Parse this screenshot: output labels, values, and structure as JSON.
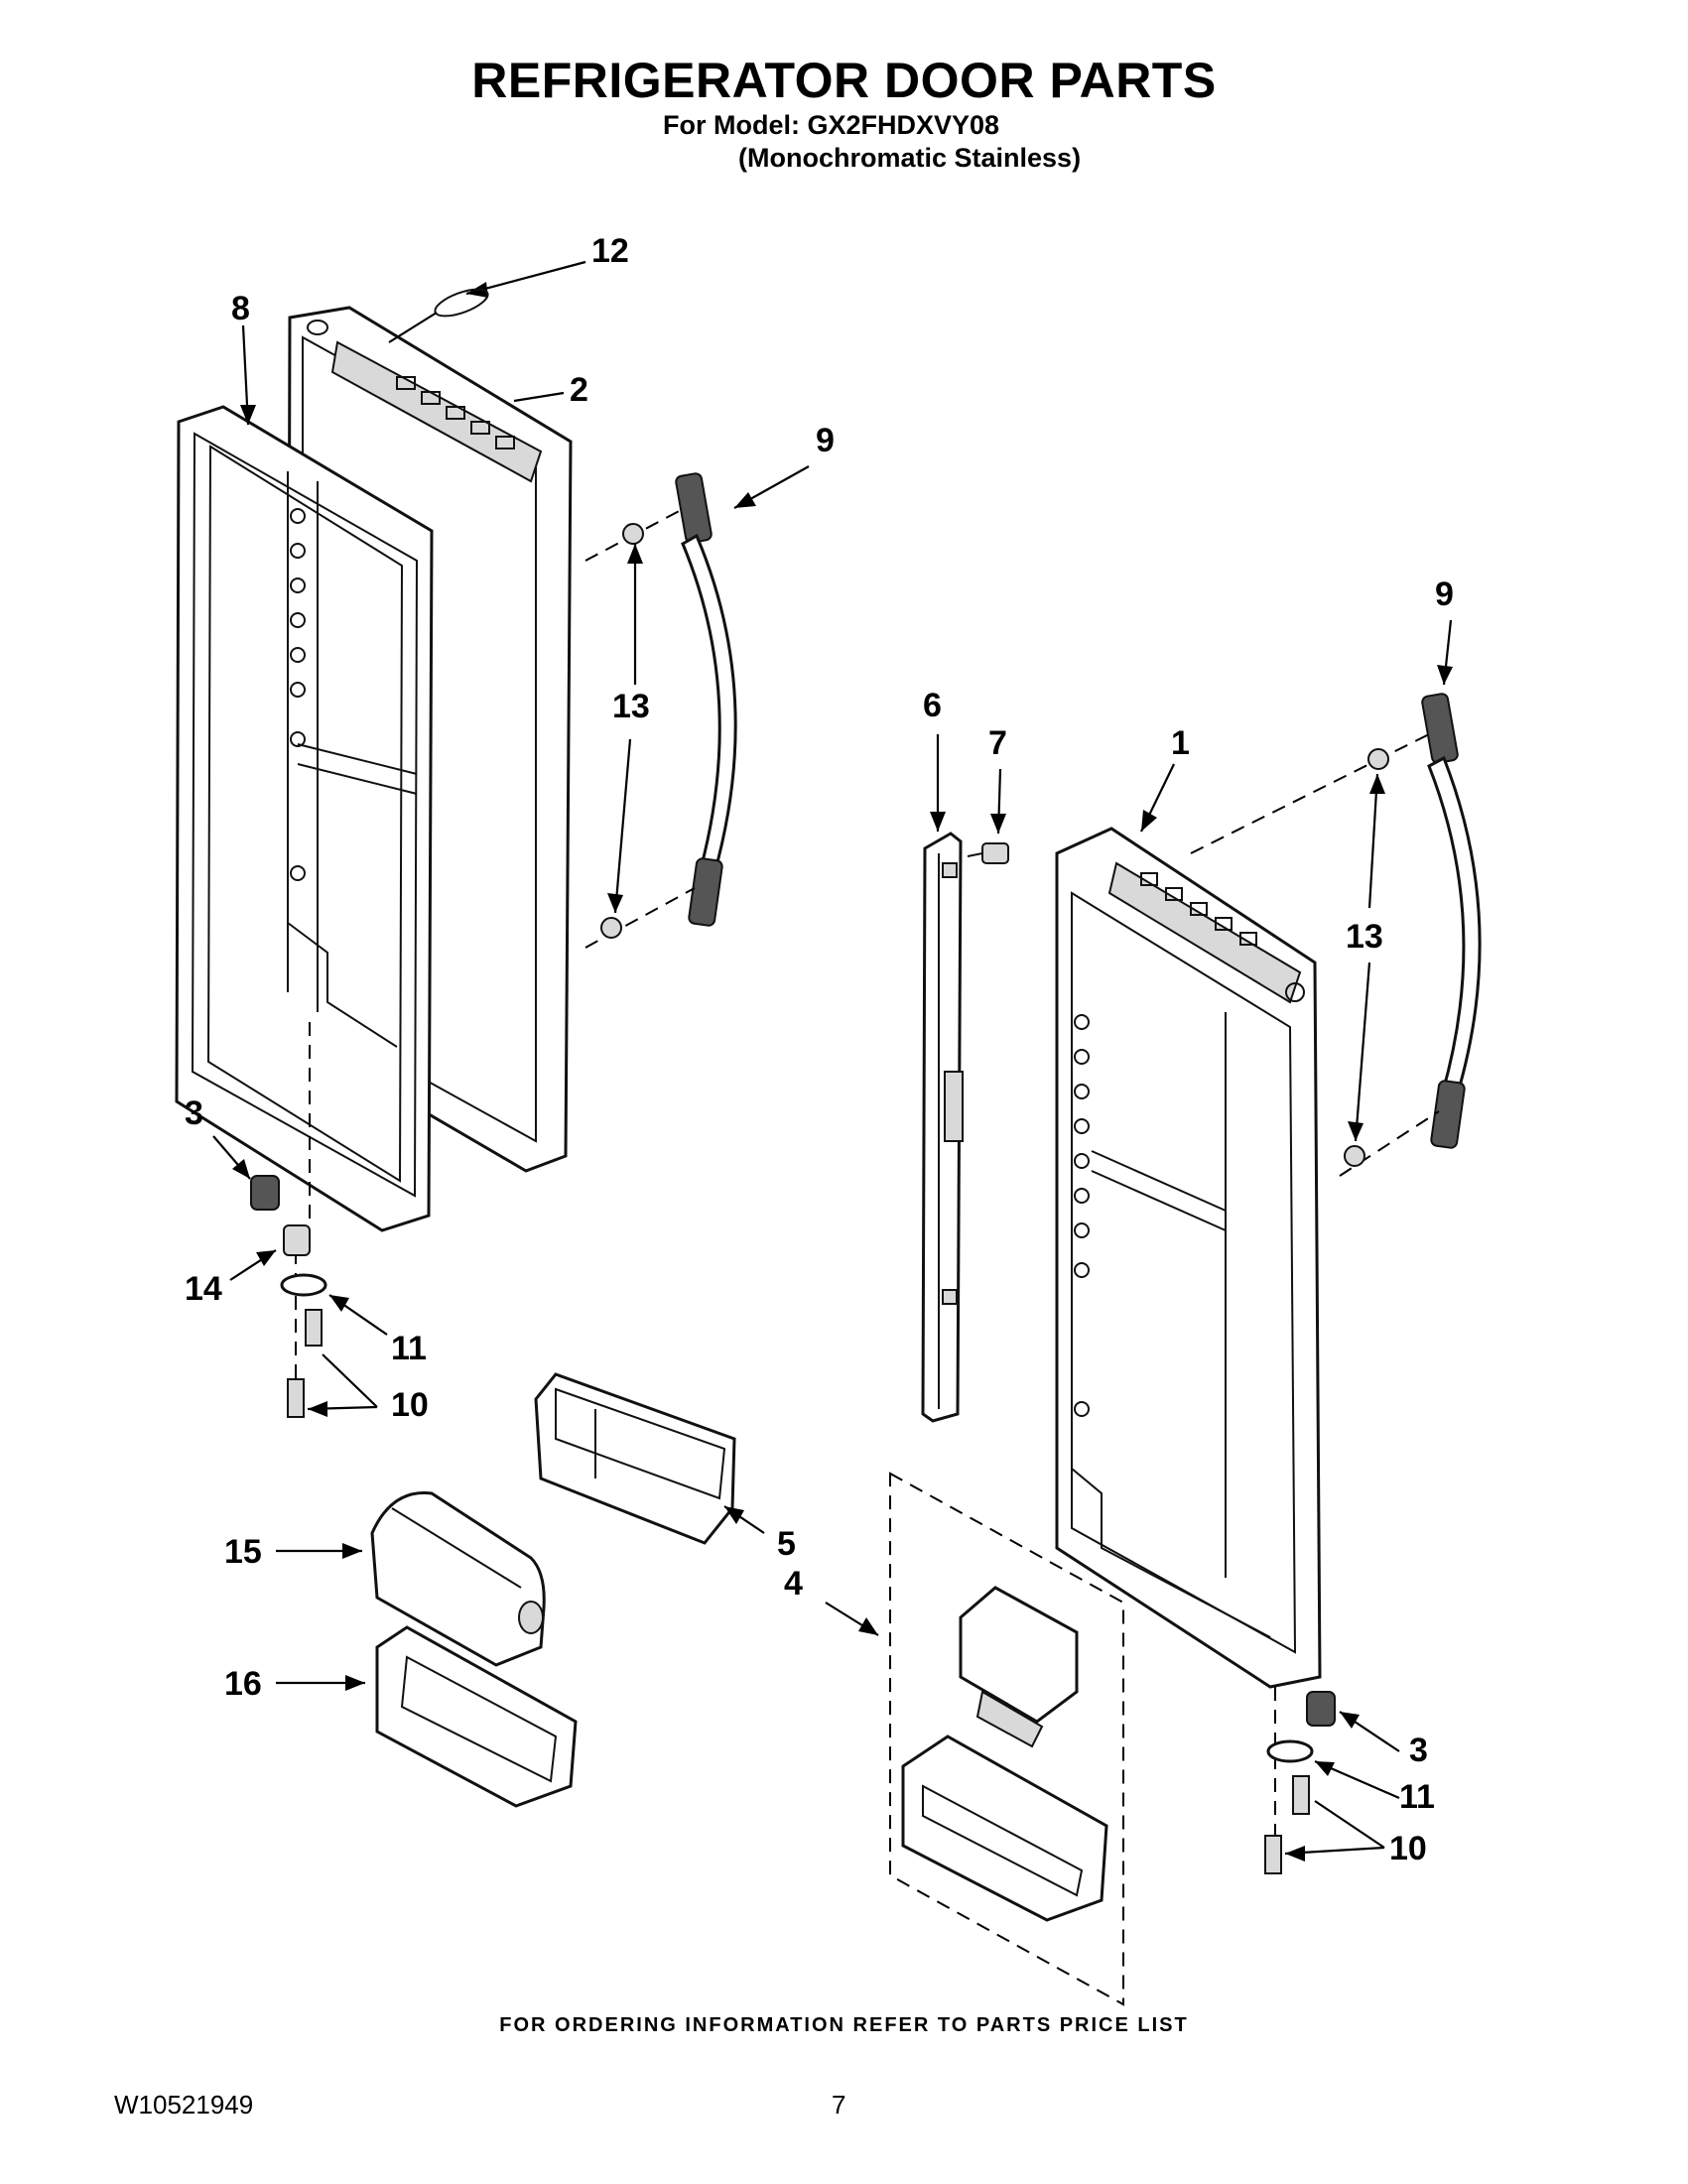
{
  "header": {
    "title": "REFRIGERATOR DOOR PARTS",
    "model_line": "For Model: GX2FHDXVY08",
    "variant_line": "(Monochromatic Stainless)"
  },
  "callouts": {
    "c1": "1",
    "c2": "2",
    "c3a": "3",
    "c3b": "3",
    "c4": "4",
    "c5": "5",
    "c6": "6",
    "c7": "7",
    "c8": "8",
    "c9a": "9",
    "c9b": "9",
    "c10a": "10",
    "c10b": "10",
    "c11a": "11",
    "c11b": "11",
    "c12": "12",
    "c13a": "13",
    "c13b": "13",
    "c14": "14",
    "c15": "15",
    "c16": "16"
  },
  "footer": {
    "ordering_note": "FOR ORDERING INFORMATION REFER TO PARTS PRICE LIST",
    "document_id": "W10521949",
    "page_number": "7"
  }
}
